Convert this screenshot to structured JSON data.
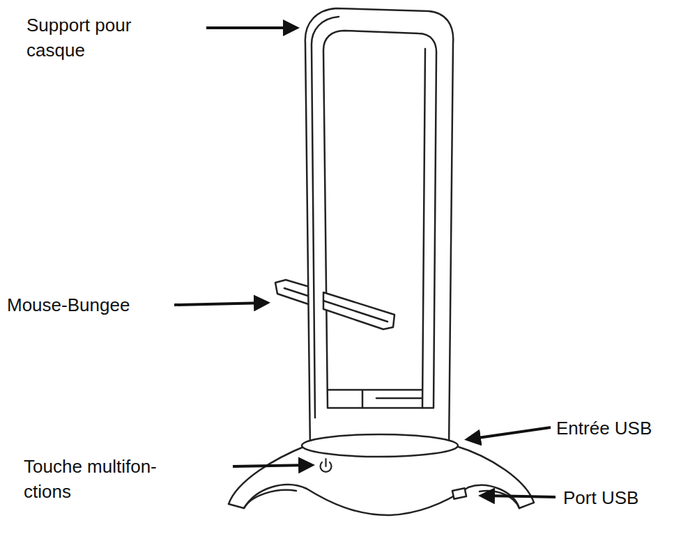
{
  "diagram": {
    "labels": [
      "Support pour casque",
      "Mouse-Bungee",
      "Entrée USB",
      "Touche multifon- ctions",
      "Port USB"
    ]
  }
}
